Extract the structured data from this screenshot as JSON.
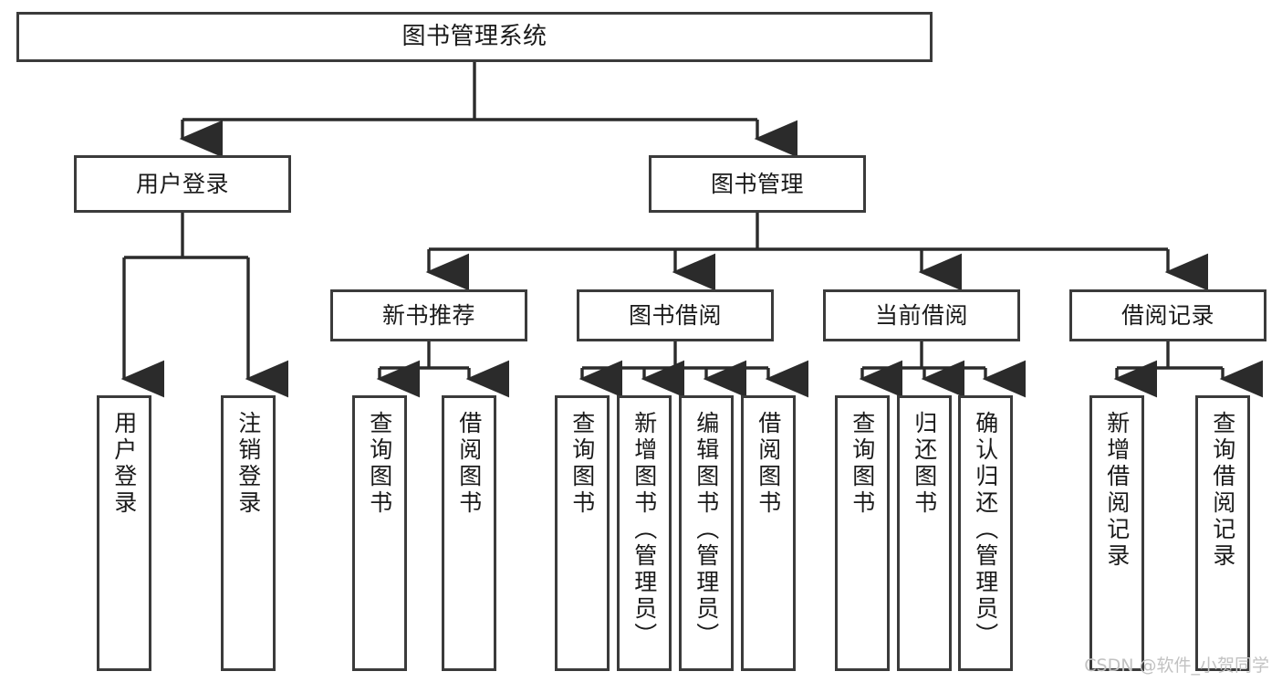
{
  "diagram": {
    "title": "图书管理系统",
    "watermark": "CSDN @软件_小贺同学",
    "colors": {
      "box_border": "#3b3b3b",
      "box_fill": "#ffffff",
      "connector": "#2b2b2b",
      "text": "#1a1a1a",
      "watermark": "#c2c2c2",
      "background": "#ffffff"
    },
    "root": {
      "label": "图书管理系统"
    },
    "level2": [
      {
        "label": "用户登录"
      },
      {
        "label": "图书管理"
      }
    ],
    "level3": [
      {
        "label": "新书推荐"
      },
      {
        "label": "图书借阅"
      },
      {
        "label": "当前借阅"
      },
      {
        "label": "借阅记录"
      }
    ],
    "leaves": {
      "user_login": [
        {
          "label": "用户登录"
        },
        {
          "label": "注销登录"
        }
      ],
      "new_book_recommend": [
        {
          "label": "查询图书"
        },
        {
          "label": "借阅图书"
        }
      ],
      "book_borrow": [
        {
          "label": "查询图书"
        },
        {
          "label": "新增图书（管理员）"
        },
        {
          "label": "编辑图书（管理员）"
        },
        {
          "label": "借阅图书"
        }
      ],
      "current_borrow": [
        {
          "label": "查询图书"
        },
        {
          "label": "归还图书"
        },
        {
          "label": "确认归还（管理员）"
        }
      ],
      "borrow_record": [
        {
          "label": "新增借阅记录"
        },
        {
          "label": "查询借阅记录"
        }
      ]
    }
  }
}
